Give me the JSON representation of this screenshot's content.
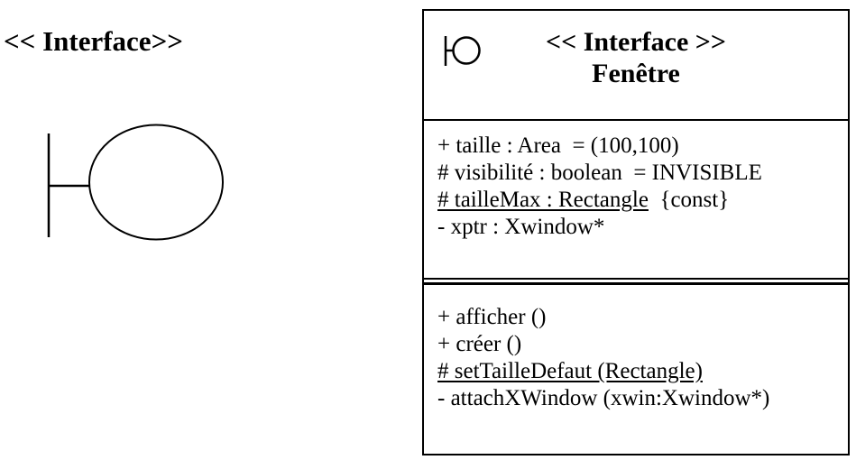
{
  "colors": {
    "background": "#ffffff",
    "line": "#000000",
    "text": "#000000"
  },
  "left_panel": {
    "stereotype_label": "<< Interface>>",
    "icon": "interface-lollipop-icon"
  },
  "class_box": {
    "header": {
      "icon": "interface-lollipop-icon",
      "stereotype": "<< Interface >>",
      "name": "Fenêtre"
    },
    "attributes": [
      {
        "u": "",
        "rest": "+ taille : Area  = (100,100)"
      },
      {
        "u": "",
        "rest": "# visibilité : boolean  = INVISIBLE"
      },
      {
        "u": "# tailleMax : Rectangle",
        "rest": "  {const}"
      },
      {
        "u": "",
        "rest": "- xptr : Xwindow*"
      }
    ],
    "operations": [
      {
        "u": "",
        "rest": "+ afficher ()"
      },
      {
        "u": "",
        "rest": "+ créer ()"
      },
      {
        "u": "# setTailleDefaut (Rectangle)",
        "rest": ""
      },
      {
        "u": "",
        "rest": "- attachXWindow (xwin:Xwindow*)"
      }
    ]
  }
}
